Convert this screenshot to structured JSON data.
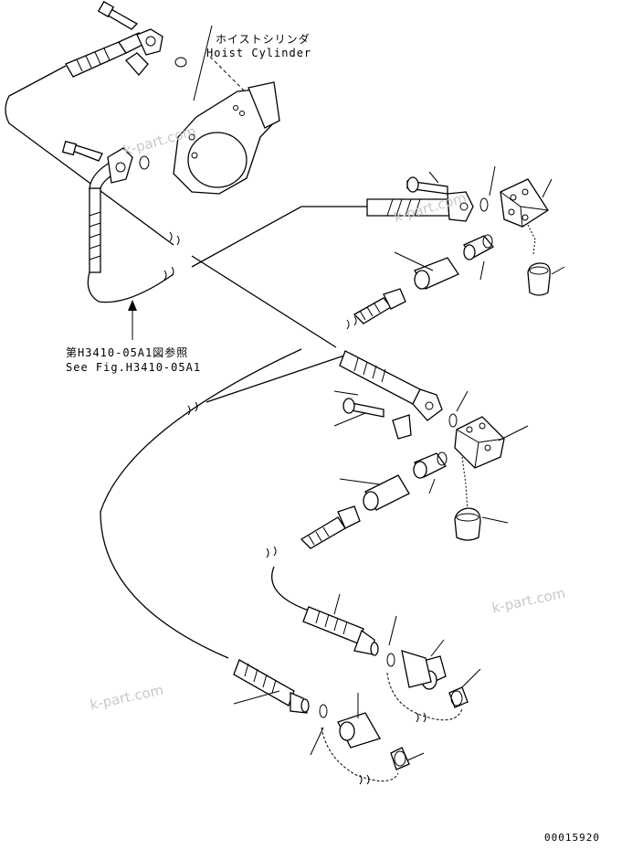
{
  "labels": {
    "hoist_jp": "ホイストシリンダ",
    "hoist_en": "Hoist Cylinder",
    "ref_jp": "第H3410-05A1図参照",
    "ref_en": "See Fig.H3410-05A1",
    "code": "00015920"
  },
  "watermarks": [
    "k-part.com",
    "k-part.com",
    "k-part.com",
    "k-part.com"
  ]
}
